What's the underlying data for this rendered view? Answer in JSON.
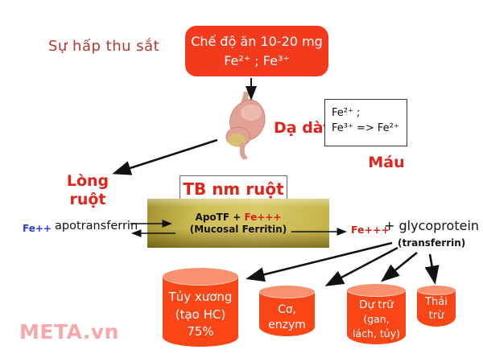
{
  "title": "Sự hấp thu sắt",
  "watermark": "META.vn",
  "diet_box": {
    "line1": "Chế độ ăn 10-20 mg",
    "line2": "Fe²⁺ ; Fe³⁺"
  },
  "stomach_label": "Dạ dày",
  "conversion_box": {
    "line1": "Fe²⁺ ;",
    "line2": "Fe³⁺ => Fe²⁺"
  },
  "blood_label": "Máu",
  "lumen_label": {
    "line1": "Lòng",
    "line2": "ruột"
  },
  "tb_box_label": "TB nm ruột",
  "mucosa_box": {
    "apotf": "ApoTF + ",
    "fe3": "Fe+++",
    "subtitle": "(Mucosal Ferritin)"
  },
  "left_side": {
    "fe2": "Fe++",
    "apotransferrin": "apotransferrin"
  },
  "right_side": {
    "fe3": "Fe+++",
    "glyco": "+ glycoprotein",
    "transferrin": "(transferrin)"
  },
  "cylinders": [
    {
      "id": "bone-marrow",
      "lines": [
        "Tủy xương",
        "(tạo HC)",
        "75%"
      ]
    },
    {
      "id": "muscle-enzyme",
      "lines": [
        "Cơ,",
        "enzym"
      ]
    },
    {
      "id": "storage",
      "lines": [
        "Dự trữ",
        "(gan,",
        "lách, tủy)"
      ]
    },
    {
      "id": "excretion",
      "lines": [
        "Thải",
        "trừ"
      ]
    }
  ],
  "colors": {
    "diet_box_red": "#f43a1d",
    "label_red": "#e0241a",
    "title_red": "#b5392d",
    "cylinder_body": "#fa4517",
    "cylinder_top": "#f9916f",
    "fe2_blue": "#2b3bd6",
    "fe3_red": "#cf2315",
    "gold_light": "#d9c866",
    "gold_dark": "#7d6c12",
    "watermark_pink": "#f7a9a9"
  }
}
